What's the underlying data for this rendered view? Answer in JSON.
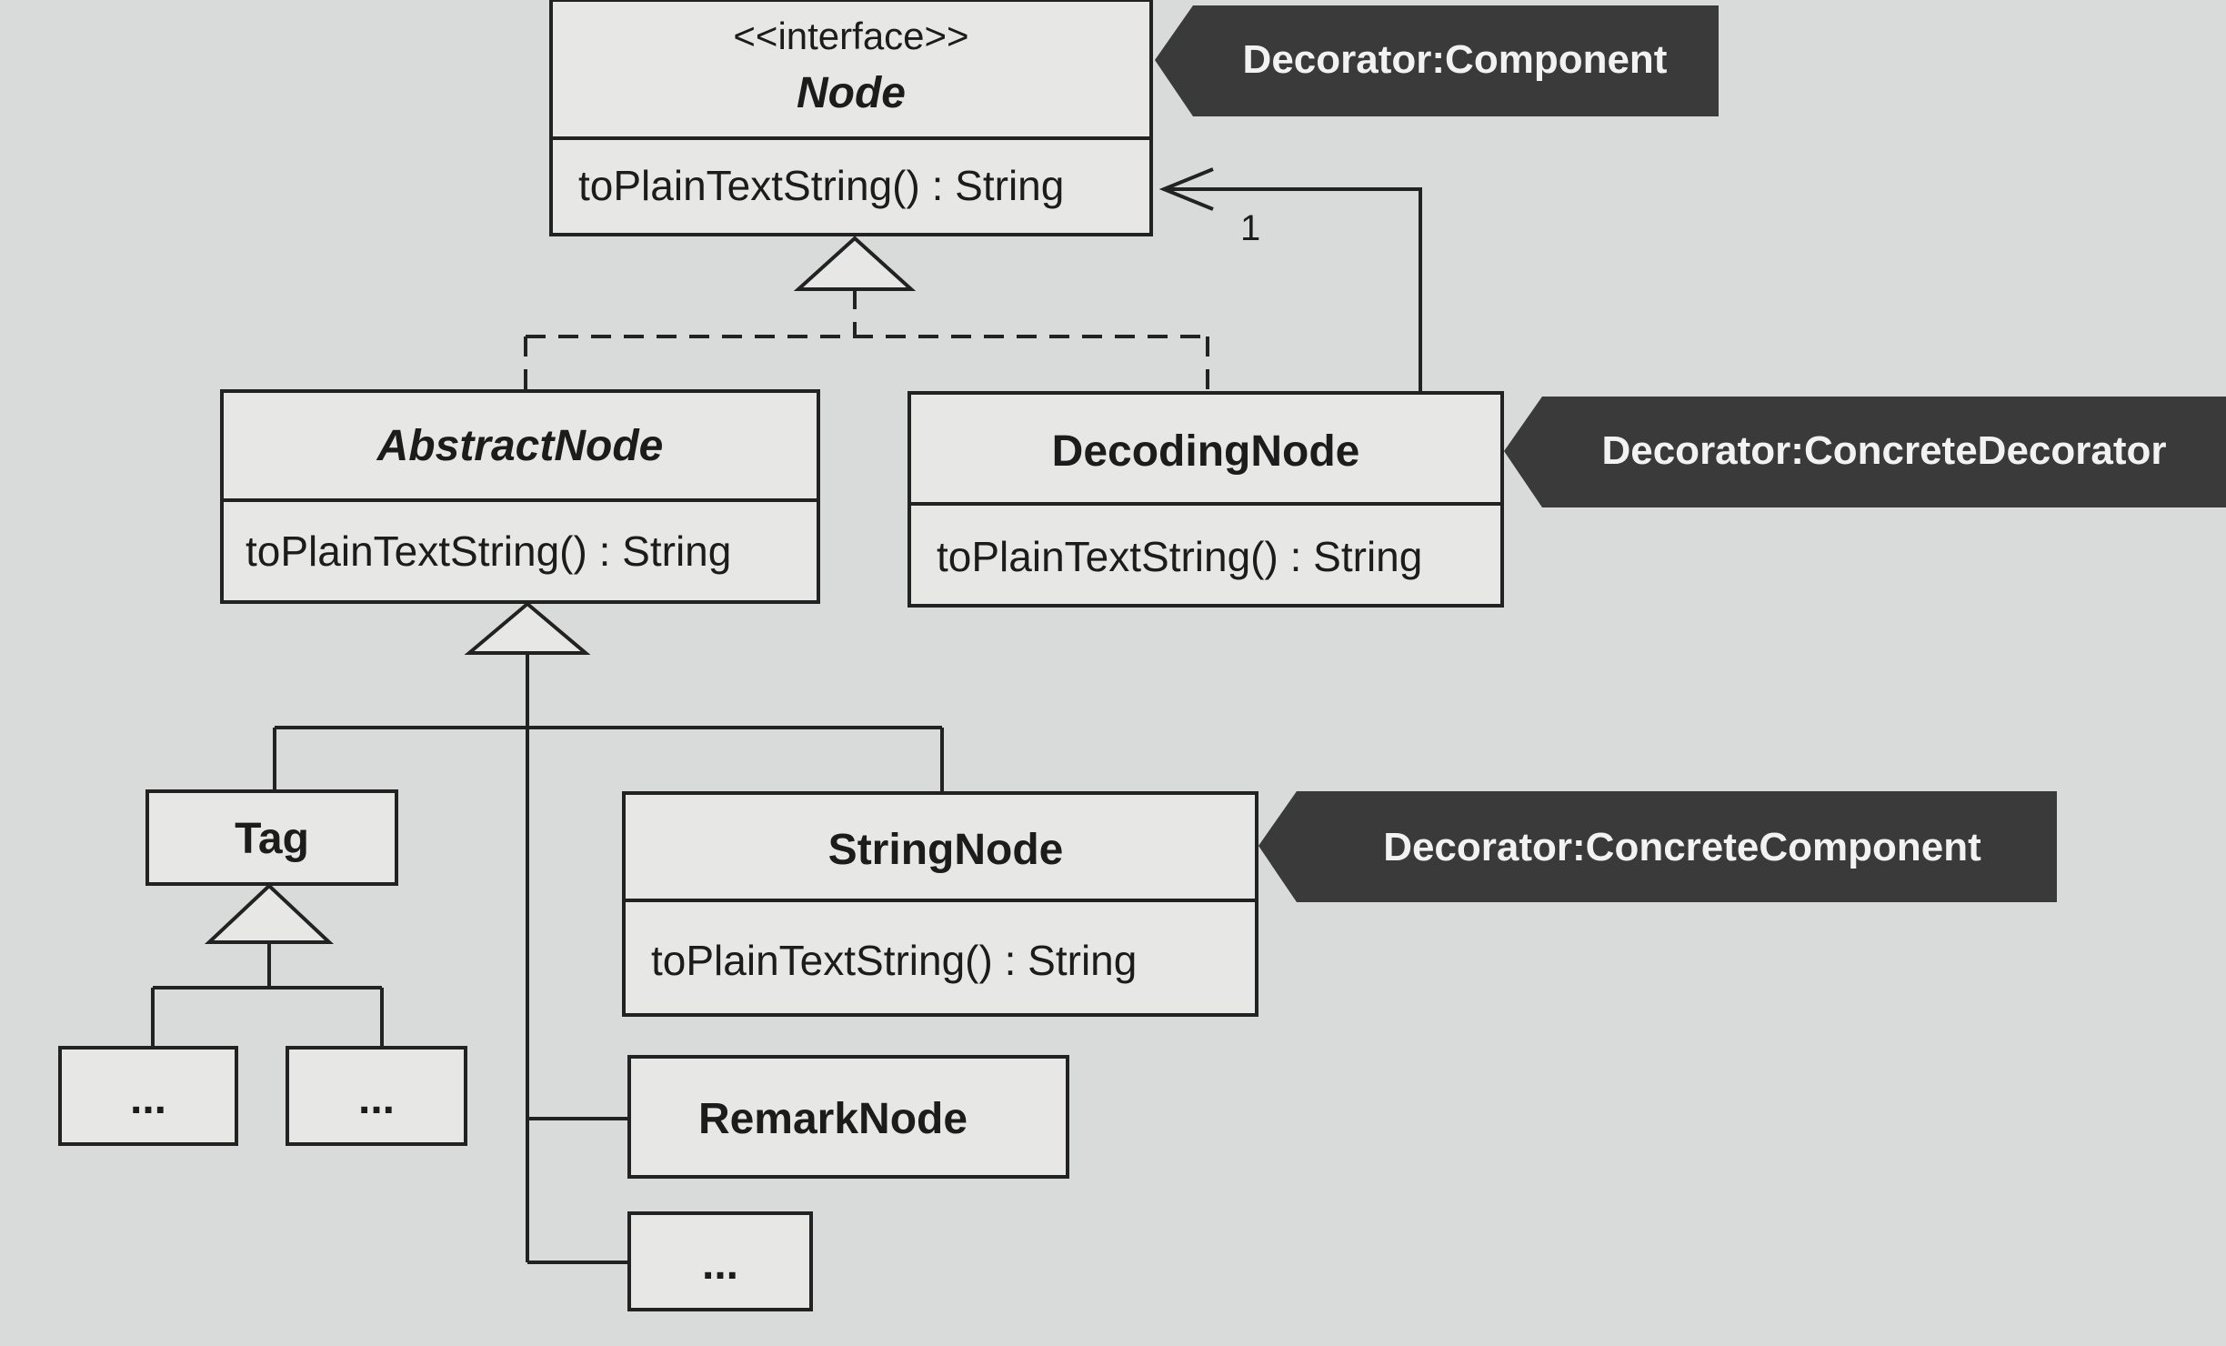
{
  "node": {
    "stereotype": "<<interface>>",
    "name": "Node",
    "method": "toPlainTextString() : String"
  },
  "abstract_node": {
    "name": "AbstractNode",
    "method": "toPlainTextString() : String"
  },
  "decoding_node": {
    "name": "DecodingNode",
    "method": "toPlainTextString() : String"
  },
  "string_node": {
    "name": "StringNode",
    "method": "toPlainTextString() : String"
  },
  "tag": {
    "name": "Tag"
  },
  "remark_node": {
    "name": "RemarkNode"
  },
  "placeholders": {
    "tag_sub_1": "...",
    "tag_sub_2": "...",
    "abstract_sub": "..."
  },
  "association": {
    "multiplicity": "1"
  },
  "role_tags": {
    "component": "Decorator:Component",
    "concrete_decorator": "Decorator:ConcreteDecorator",
    "concrete_component": "Decorator:ConcreteComponent"
  },
  "colors": {
    "background": "#d9dbda",
    "box_fill": "#e7e8e6",
    "ink": "#222222",
    "role_tag_fill": "#3a3a3a",
    "role_tag_text": "#f2f2f2"
  }
}
